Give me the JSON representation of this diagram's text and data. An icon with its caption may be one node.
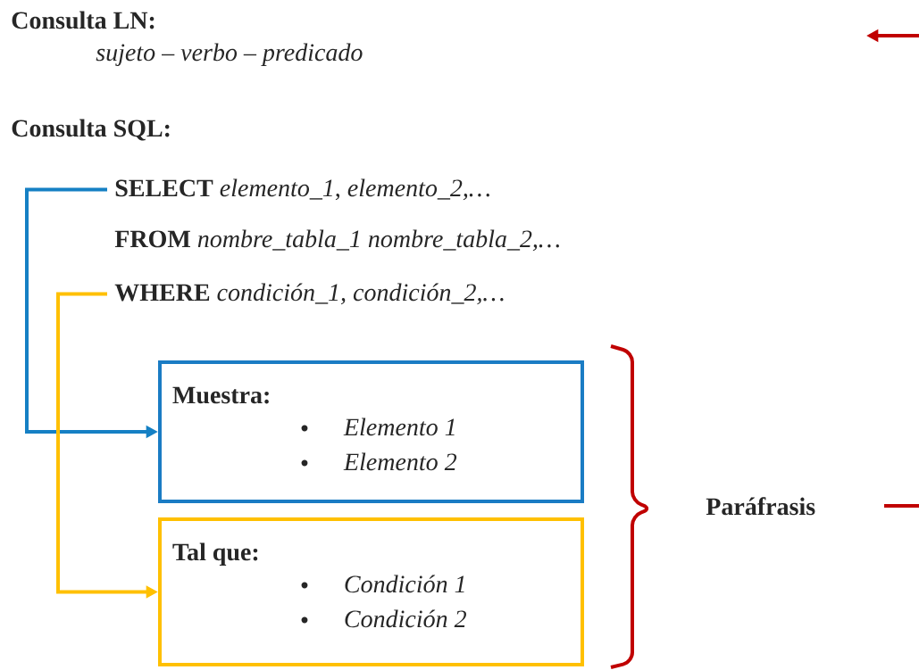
{
  "diagram": {
    "nodes": [
      {
        "text": [
          "**SELECT** *elemento_1*, *elemento_2,…*"
        ]
      },
      {
        "text": [
          "**FROM** *nombre_tabla_1 nombre_tabla_2,…*"
        ]
      },
      {
        "text": [
          "**WHERE** *condición_1, condición_2,…*"
        ]
      },
      {
        "text": [
          "Muestra:",
          "Elemento 1",
          "Elemento 2"
        ]
      },
      {
        "text": [
          "Tal que:",
          "Condición 1",
          "Condición 2"
        ]
      }
    ],
    "edges": [
      {
        "from": 0,
        "to": 3,
        "arrow": "to",
        "color": "#1580c4"
      },
      {
        "from": 2,
        "to": 4,
        "arrow": "to",
        "color": "#ffc000"
      }
    ],
    "labels": [
      "Consulta LN:",
      "sujeto – verbo –  predicado",
      "Consulta SQL:",
      "Paráfrasis"
    ]
  }
}
